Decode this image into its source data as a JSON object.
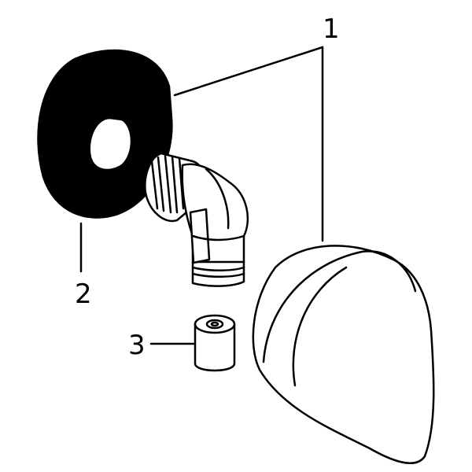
{
  "diagram": {
    "callouts": [
      {
        "number": "1",
        "part": "cover"
      },
      {
        "number": "2",
        "part": "rosette"
      },
      {
        "number": "3",
        "part": "flow-restrictor"
      }
    ],
    "colors": {
      "ink": "#000000",
      "background": "#ffffff"
    }
  }
}
